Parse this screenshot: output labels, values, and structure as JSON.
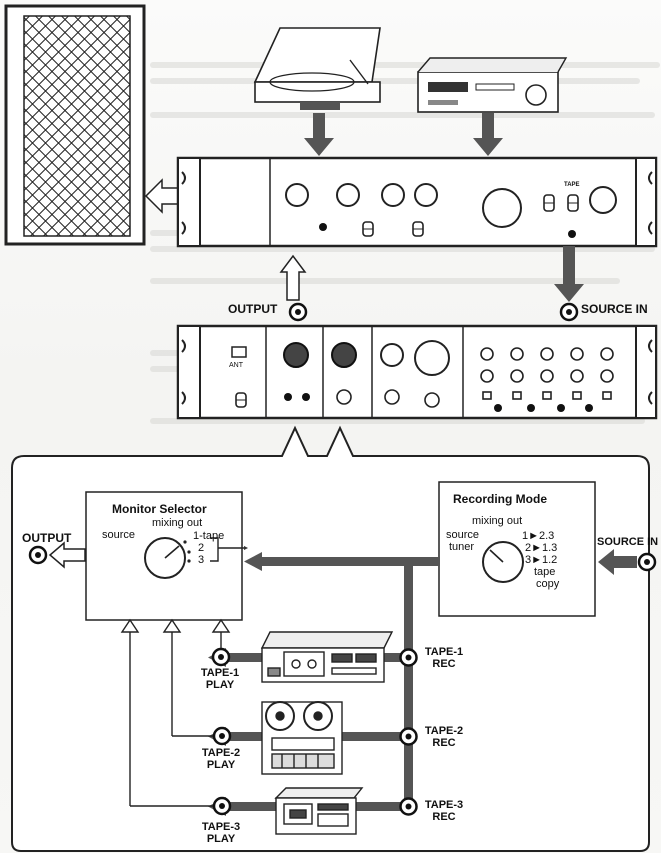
{
  "rack": {
    "output_label": "OUTPUT",
    "source_in_label": "SOURCE IN",
    "tape_knob_label": "TAPE",
    "ant_label": "ANT"
  },
  "monitor_selector": {
    "title": "Monitor Selector",
    "mixing_out": "mixing out",
    "source": "source",
    "tape1": "1-tape",
    "tape2": "2",
    "tape3": "3"
  },
  "recording_mode": {
    "title": "Recording Mode",
    "mixing_out": "mixing out",
    "source": "source",
    "tuner": "tuner",
    "opt1": "1►2.3",
    "opt2": "2►1.3",
    "opt3": "3►1.2",
    "tape": "tape",
    "copy": "copy"
  },
  "io": {
    "output": "OUTPUT",
    "source_in": "SOURCE IN"
  },
  "decks": [
    {
      "rec": [
        "TAPE-1",
        "REC"
      ],
      "play": [
        "TAPE-1",
        "PLAY"
      ]
    },
    {
      "rec": [
        "TAPE-2",
        "REC"
      ],
      "play": [
        "TAPE-2",
        "PLAY"
      ]
    },
    {
      "rec": [
        "TAPE-3",
        "REC"
      ],
      "play": [
        "TAPE-3",
        "PLAY"
      ]
    }
  ]
}
